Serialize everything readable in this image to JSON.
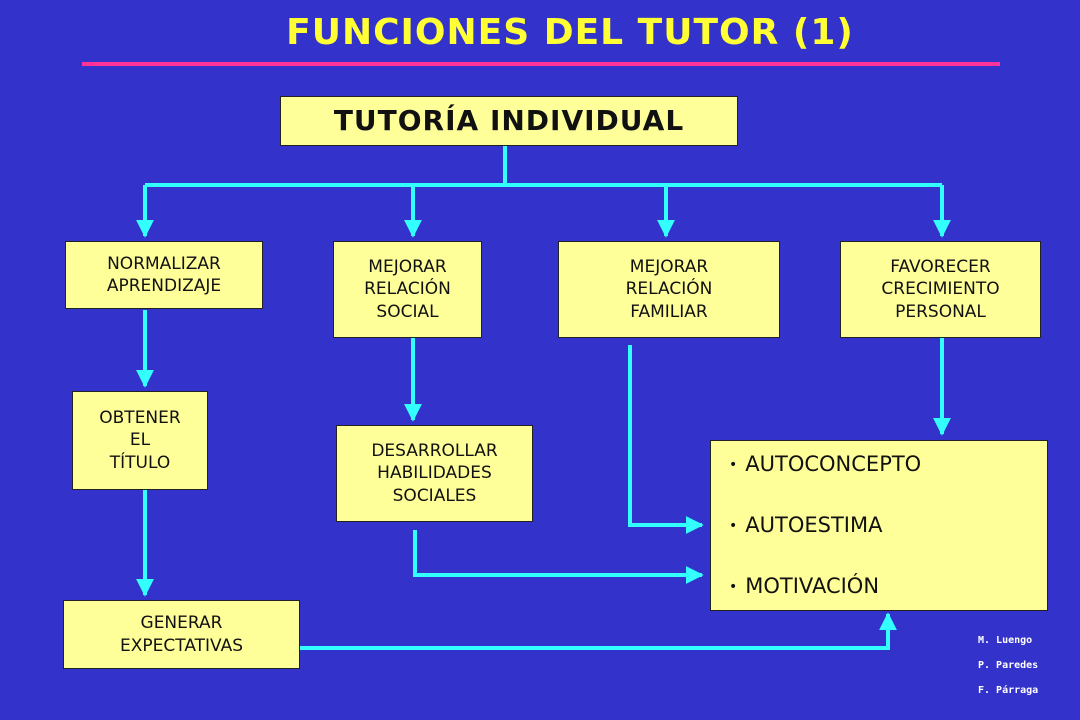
{
  "title": "FUNCIONES DEL TUTOR (1)",
  "root": "TUTORÍA INDIVIDUAL",
  "branches": {
    "normalizar": "NORMALIZAR\nAPRENDIZAJE",
    "social": "MEJORAR\nRELACIÓN\nSOCIAL",
    "familiar": "MEJORAR\nRELACIÓN\nFAMILIAR",
    "personal": "FAVORECER\nCRECIMIENTO\nPERSONAL"
  },
  "sub": {
    "titulo": "OBTENER\nEL\nTÍTULO",
    "expectativas": "GENERAR\nEXPECTATIVAS",
    "habilidades": "DESARROLLAR\nHABILIDADES\nSOCIALES"
  },
  "outcomes": [
    "AUTOCONCEPTO",
    "AUTOESTIMA",
    "MOTIVACIÓN"
  ],
  "credits": [
    "M. Luengo",
    "P. Paredes",
    "F. Párraga"
  ],
  "colors": {
    "background": "#3333cc",
    "title": "#ffff33",
    "rule": "#ff3399",
    "connector": "#33ffff",
    "box": "#ffff99"
  }
}
